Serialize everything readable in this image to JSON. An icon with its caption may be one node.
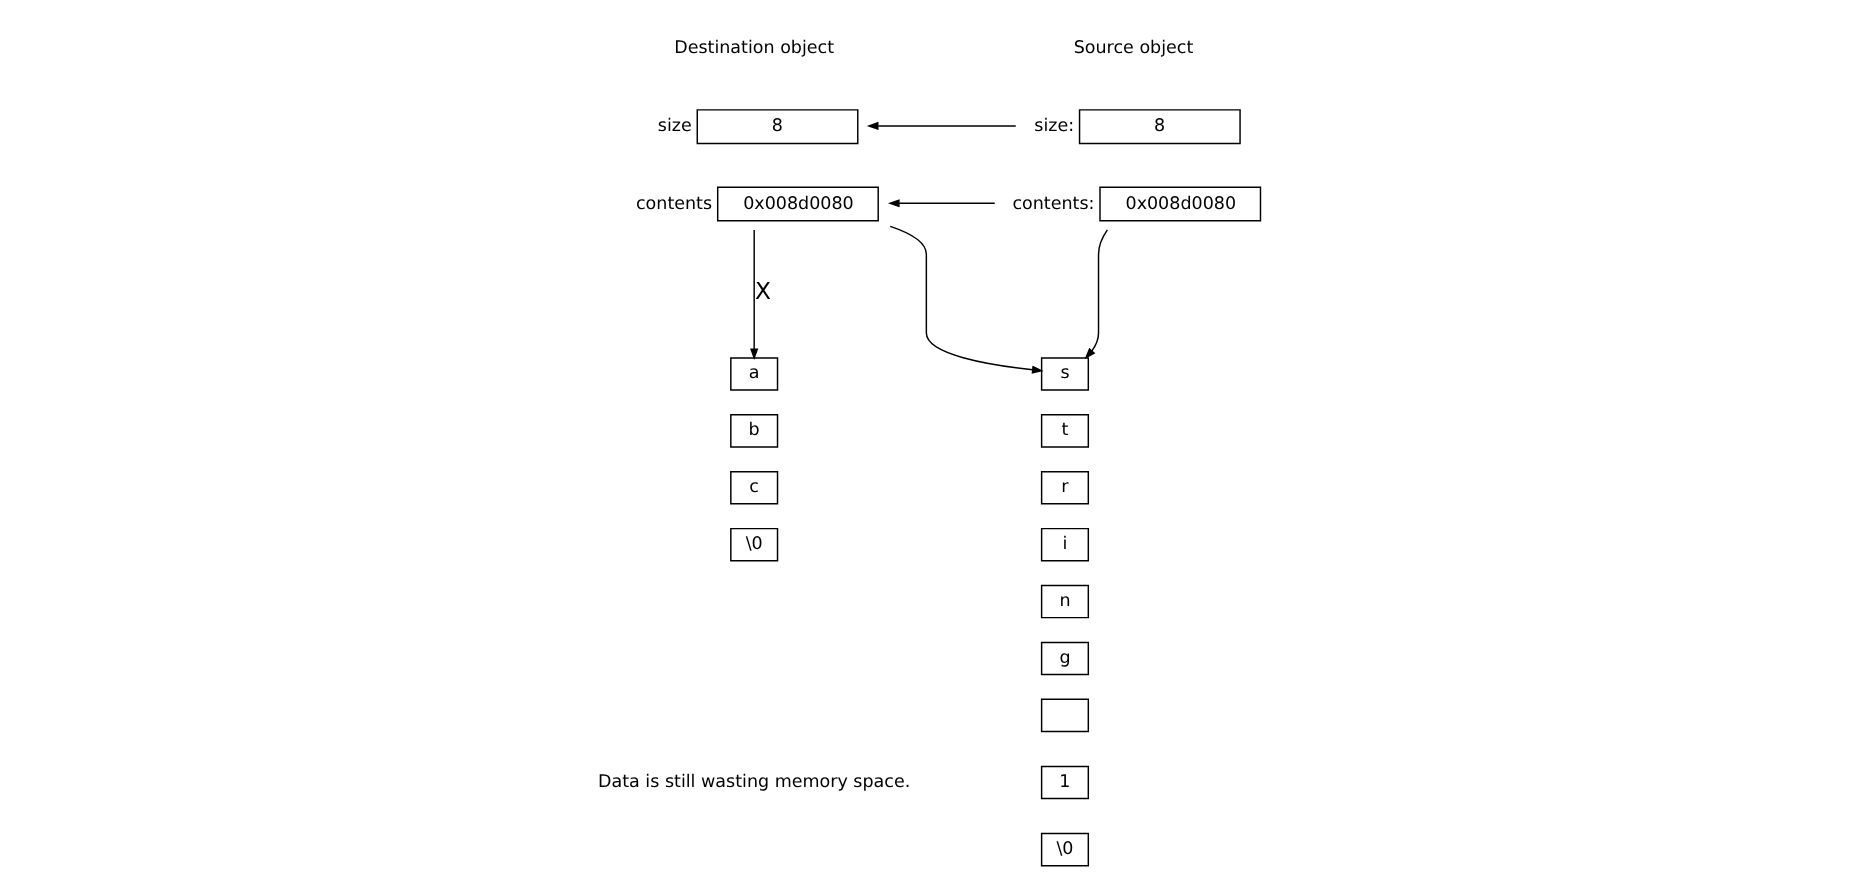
{
  "diagram": {
    "nodes": [
      {
        "text": [
          "8"
        ],
        "beside": [
          "size:"
        ]
      },
      {
        "text": [
          "0x008d0080"
        ],
        "beside": [
          "contents:"
        ]
      },
      {
        "text": [
          "8"
        ],
        "beside": [
          "size"
        ]
      },
      {
        "text": [
          "0x008d0080"
        ],
        "beside": [
          "contents"
        ]
      },
      {
        "text": [
          "s"
        ]
      },
      {
        "text": [
          "t"
        ]
      },
      {
        "text": [
          "r"
        ]
      },
      {
        "text": [
          "i"
        ]
      },
      {
        "text": [
          "n"
        ]
      },
      {
        "text": [
          "g"
        ]
      },
      {
        "text": [],
        "shape": "box"
      },
      {
        "text": [
          "1"
        ]
      },
      {
        "text": [
          "\\0"
        ]
      },
      {
        "text": [
          "a"
        ]
      },
      {
        "text": [
          "b"
        ]
      },
      {
        "text": [
          "c"
        ]
      },
      {
        "text": [
          "\\0"
        ]
      }
    ],
    "edges": [
      {
        "from": 0,
        "to": 2,
        "arrow": "to"
      },
      {
        "from": 1,
        "to": 3,
        "arrow": "to"
      },
      {
        "from": 1,
        "to": 4,
        "arrow": "to"
      },
      {
        "from": 3,
        "to": 4,
        "arrow": "to"
      },
      {
        "from": 3,
        "to": 13,
        "arrow": "to",
        "label": "X"
      }
    ],
    "labels": [
      "Source object",
      "Destination object",
      "Data is still wasting memory space."
    ]
  }
}
